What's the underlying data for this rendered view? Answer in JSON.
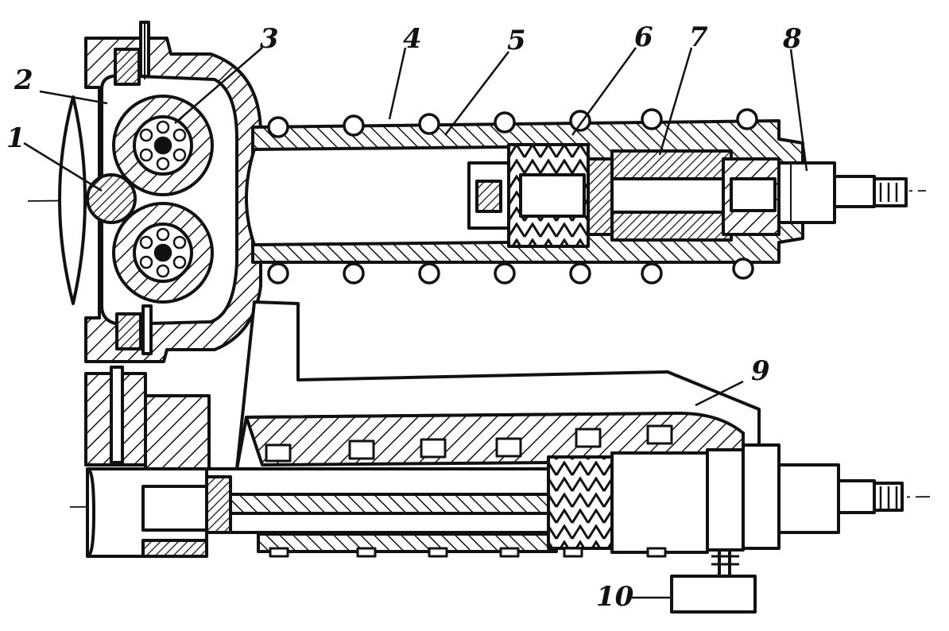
{
  "figure": {
    "callouts": [
      {
        "id": "1",
        "label": "1"
      },
      {
        "id": "2",
        "label": "2"
      },
      {
        "id": "3",
        "label": "3"
      },
      {
        "id": "4",
        "label": "4"
      },
      {
        "id": "5",
        "label": "5"
      },
      {
        "id": "6",
        "label": "6"
      },
      {
        "id": "7",
        "label": "7"
      },
      {
        "id": "8",
        "label": "8"
      },
      {
        "id": "9",
        "label": "9"
      },
      {
        "id": "10",
        "label": "10"
      }
    ],
    "colors": {
      "ink": "#111111",
      "paper": "#ffffff"
    }
  }
}
